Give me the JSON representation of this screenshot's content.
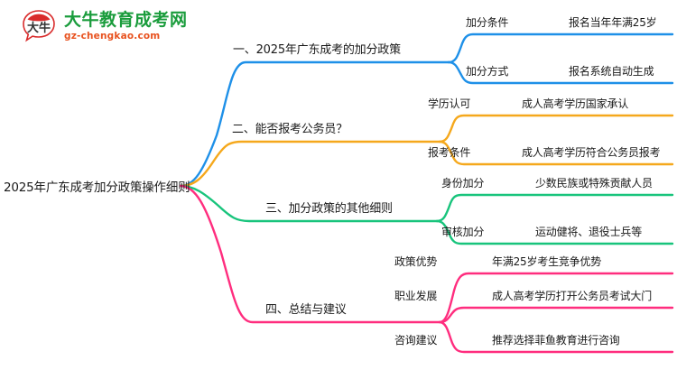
{
  "logo": {
    "mark_text": "大牛",
    "title": "大牛教育成考网",
    "subtitle": "gz-chengkao.com",
    "title_color": "#1a9c3c",
    "subtitle_color": "#e8521f",
    "mark_color": "#d92b2b"
  },
  "mindmap": {
    "root": {
      "label": "2025年广东成考加分政策操作细则"
    },
    "branches": [
      {
        "label": "一、2025年广东成考的加分政策",
        "color": "#1E90E8",
        "children": [
          {
            "label": "加分条件",
            "desc": "报名当年年满25岁"
          },
          {
            "label": "加分方式",
            "desc": "报名系统自动生成"
          }
        ]
      },
      {
        "label": "二、能否报考公务员？",
        "color": "#F5A81C",
        "children": [
          {
            "label": "学历认可",
            "desc": "成人高考学历国家承认"
          },
          {
            "label": "报考条件",
            "desc": "成人高考学历符合公务员报考"
          }
        ]
      },
      {
        "label": "三、加分政策的其他细则",
        "color": "#18C47C",
        "children": [
          {
            "label": "身份加分",
            "desc": "少数民族或特殊贡献人员"
          },
          {
            "label": "审核加分",
            "desc": "运动健将、退役士兵等"
          }
        ]
      },
      {
        "label": "四、总结与建议",
        "color": "#FF2D7E",
        "children": [
          {
            "label": "政策优势",
            "desc": "年满25岁考生竞争优势"
          },
          {
            "label": "职业发展",
            "desc": "成人高考学历打开公务员考试大门"
          },
          {
            "label": "咨询建议",
            "desc": "推荐选择菲鱼教育进行咨询"
          }
        ]
      }
    ]
  }
}
